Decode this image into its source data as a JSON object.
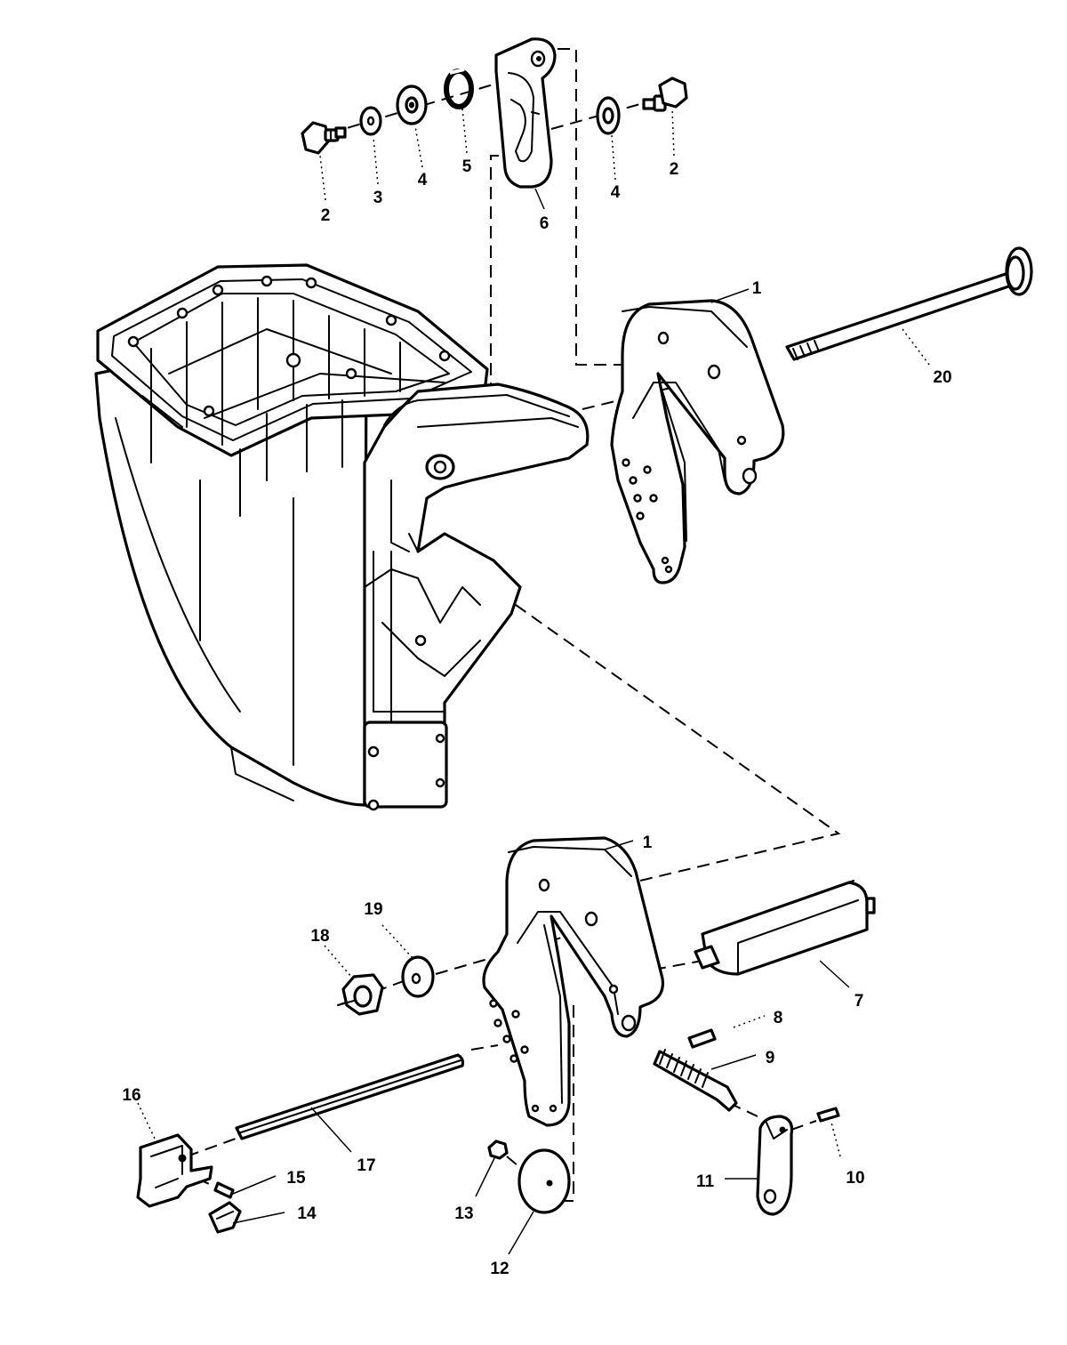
{
  "callouts": [
    {
      "id": "c2a",
      "text": "2"
    },
    {
      "id": "c3",
      "text": "3"
    },
    {
      "id": "c4a",
      "text": "4"
    },
    {
      "id": "c5",
      "text": "5"
    },
    {
      "id": "c6",
      "text": "6"
    },
    {
      "id": "c4b",
      "text": "4"
    },
    {
      "id": "c2b",
      "text": "2"
    },
    {
      "id": "c1a",
      "text": "1"
    },
    {
      "id": "c20",
      "text": "20"
    },
    {
      "id": "c1b",
      "text": "1"
    },
    {
      "id": "c19",
      "text": "19"
    },
    {
      "id": "c18",
      "text": "18"
    },
    {
      "id": "c7",
      "text": "7"
    },
    {
      "id": "c8",
      "text": "8"
    },
    {
      "id": "c9",
      "text": "9"
    },
    {
      "id": "c16",
      "text": "16"
    },
    {
      "id": "c17",
      "text": "17"
    },
    {
      "id": "c15",
      "text": "15"
    },
    {
      "id": "c14",
      "text": "14"
    },
    {
      "id": "c13",
      "text": "13"
    },
    {
      "id": "c12",
      "text": "12"
    },
    {
      "id": "c11",
      "text": "11"
    },
    {
      "id": "c10",
      "text": "10"
    }
  ]
}
